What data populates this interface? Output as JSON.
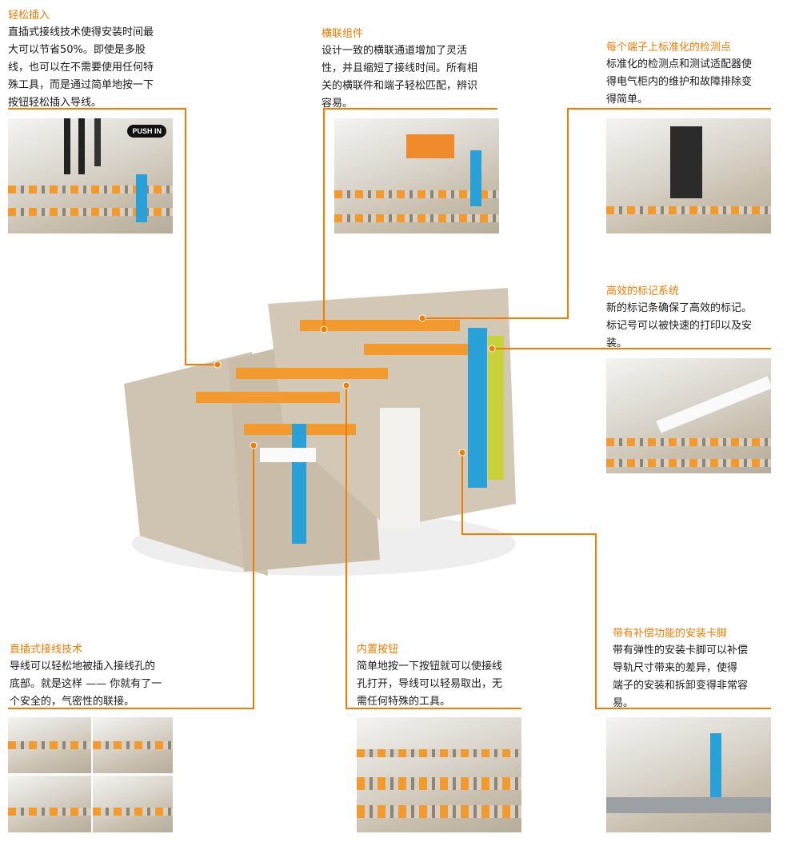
{
  "accent_color": "#f07d00",
  "sections": [
    {
      "title": "轻松插入",
      "lines": [
        "直插式接线技术使得安装时间最",
        "大可以节省50%。即使是多股",
        "线，也可以在不需要使用任何特",
        "殊工具，而是通过简单地按一下",
        "按钮轻松插入导线。"
      ]
    },
    {
      "title": "横联组件",
      "lines": [
        "设计一致的横联通道增加了灵活",
        "性，并且缩短了接线时间。所有相",
        "关的横联件和端子轻松匹配，辨识",
        "容易。"
      ]
    },
    {
      "title": "每个端子上标准化的检测点",
      "lines": [
        "标准化的检测点和测试适配器使",
        "得电气柜内的维护和故障排除变",
        "得简单。"
      ]
    },
    {
      "title": "高效的标记系统",
      "lines": [
        "新的标记条确保了高效的标记。",
        "标记号可以被快速的打印以及安",
        "装。"
      ]
    },
    {
      "title": "直插式接线技术",
      "lines": [
        "导线可以轻松地被插入接线孔的",
        "底部。就是这样 —— 你就有了一",
        "个安全的，气密性的联接。"
      ]
    },
    {
      "title": "内置按钮",
      "lines": [
        "简单地按一下按钮就可以使接线",
        "孔打开，导线可以轻易取出，无",
        "需任何特殊的工具。"
      ]
    },
    {
      "title": "带有补偿功能的安装卡脚",
      "lines": [
        "带有弹性的安装卡脚可以补偿",
        "导轨尺寸带来的差异，使得",
        "端子的安装和拆卸变得非常容",
        "易。"
      ]
    }
  ],
  "logo_text": "PUSH IN"
}
